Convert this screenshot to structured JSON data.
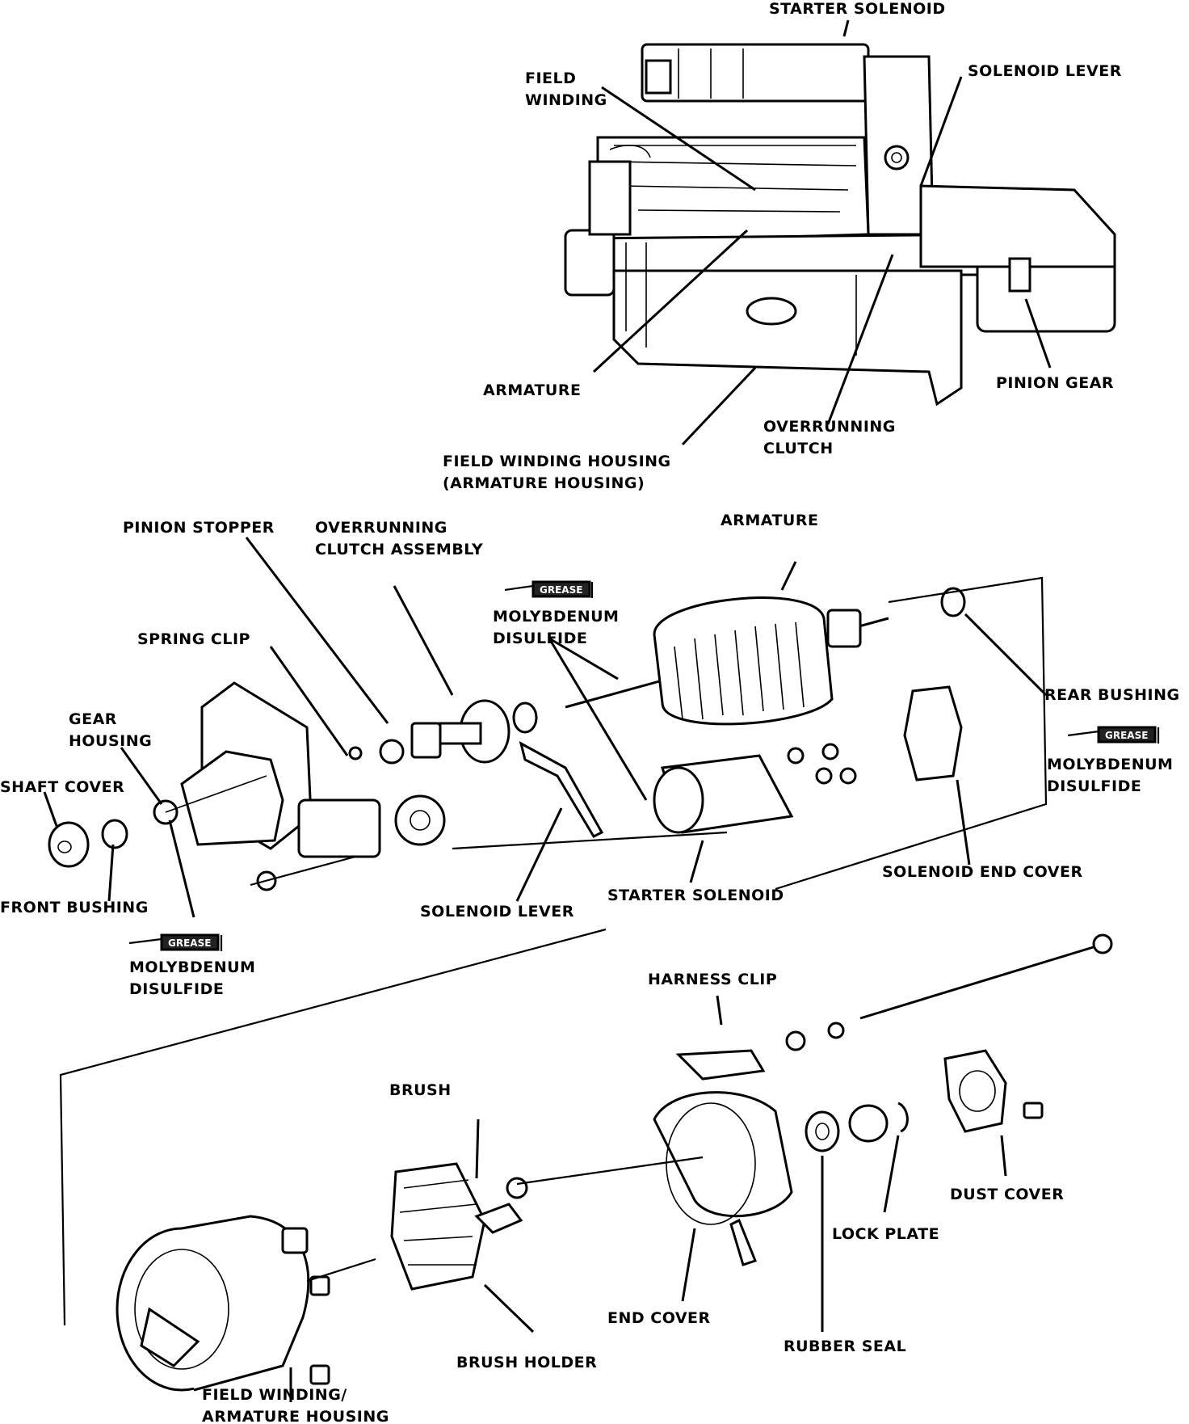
{
  "labels": {
    "top_starter_solenoid": "STARTER SOLENOID",
    "field_winding_1": "FIELD",
    "field_winding_2": "WINDING",
    "top_solenoid_lever": "SOLENOID LEVER",
    "top_armature": "ARMATURE",
    "pinion_gear": "PINION GEAR",
    "overrunning_clutch_1": "OVERRUNNING",
    "overrunning_clutch_2": "CLUTCH",
    "field_winding_housing_1": "FIELD WINDING HOUSING",
    "field_winding_housing_2": "(ARMATURE HOUSING)",
    "pinion_stopper": "PINION STOPPER",
    "overrunning_clutch_assembly_1": "OVERRUNNING",
    "overrunning_clutch_assembly_2": "CLUTCH ASSEMBLY",
    "mid_armature": "ARMATURE",
    "moly_center_1": "MOLYBDENUM",
    "moly_center_2": "DISULFIDE",
    "spring_clip": "SPRING CLIP",
    "gear_housing_1": "GEAR",
    "gear_housing_2": "HOUSING",
    "rear_bushing": "REAR BUSHING",
    "moly_right_1": "MOLYBDENUM",
    "moly_right_2": "DISULFIDE",
    "shaft_cover": "SHAFT COVER",
    "front_bushing": "FRONT BUSHING",
    "solenoid_end_cover": "SOLENOID END COVER",
    "mid_starter_solenoid": "STARTER SOLENOID",
    "mid_solenoid_lever": "SOLENOID LEVER",
    "moly_left_1": "MOLYBDENUM",
    "moly_left_2": "DISULFIDE",
    "harness_clip": "HARNESS CLIP",
    "brush": "BRUSH",
    "dust_cover": "DUST COVER",
    "lock_plate": "LOCK PLATE",
    "end_cover": "END COVER",
    "rubber_seal": "RUBBER SEAL",
    "brush_holder": "BRUSH HOLDER",
    "bottom_field_winding_1": "FIELD WINDING/",
    "bottom_field_winding_2": "ARMATURE HOUSING"
  },
  "grease_tag": "GREASE"
}
